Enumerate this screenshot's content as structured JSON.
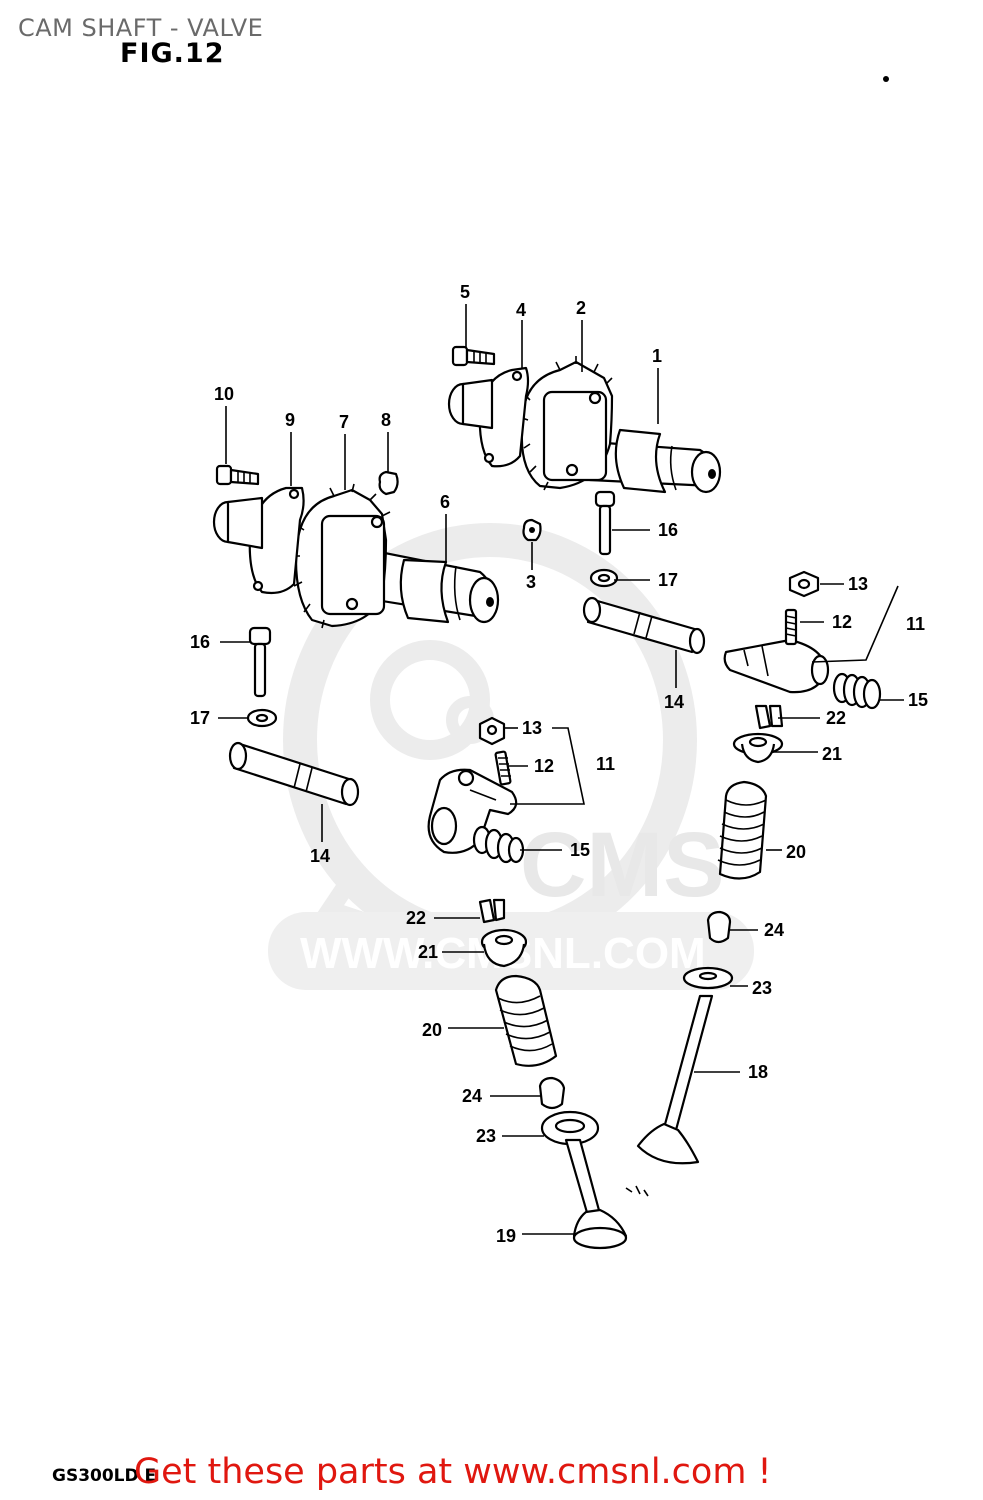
{
  "header": {
    "title": "CAM SHAFT - VALVE",
    "figure": "FIG.12"
  },
  "watermark": {
    "brand": "CMS",
    "url": "WWW.CMSNL.COM",
    "color": "#e6e6e6"
  },
  "footer": {
    "model_code": "GS300LD E",
    "promo": "Get these parts at www.cmsnl.com !",
    "promo_color": "#e0170f"
  },
  "callouts": [
    {
      "id": "c-1",
      "label": "1"
    },
    {
      "id": "c-2",
      "label": "2"
    },
    {
      "id": "c-3",
      "label": "3"
    },
    {
      "id": "c-4",
      "label": "4"
    },
    {
      "id": "c-5",
      "label": "5"
    },
    {
      "id": "c-6",
      "label": "6"
    },
    {
      "id": "c-7",
      "label": "7"
    },
    {
      "id": "c-8",
      "label": "8"
    },
    {
      "id": "c-9",
      "label": "9"
    },
    {
      "id": "c-10",
      "label": "10"
    },
    {
      "id": "c-11a",
      "label": "11"
    },
    {
      "id": "c-11b",
      "label": "11"
    },
    {
      "id": "c-12a",
      "label": "12"
    },
    {
      "id": "c-12b",
      "label": "12"
    },
    {
      "id": "c-13a",
      "label": "13"
    },
    {
      "id": "c-13b",
      "label": "13"
    },
    {
      "id": "c-14a",
      "label": "14"
    },
    {
      "id": "c-14b",
      "label": "14"
    },
    {
      "id": "c-15a",
      "label": "15"
    },
    {
      "id": "c-15b",
      "label": "15"
    },
    {
      "id": "c-16a",
      "label": "16"
    },
    {
      "id": "c-16b",
      "label": "16"
    },
    {
      "id": "c-17a",
      "label": "17"
    },
    {
      "id": "c-17b",
      "label": "17"
    },
    {
      "id": "c-18",
      "label": "18"
    },
    {
      "id": "c-19",
      "label": "19"
    },
    {
      "id": "c-20a",
      "label": "20"
    },
    {
      "id": "c-20b",
      "label": "20"
    },
    {
      "id": "c-21a",
      "label": "21"
    },
    {
      "id": "c-21b",
      "label": "21"
    },
    {
      "id": "c-22a",
      "label": "22"
    },
    {
      "id": "c-22b",
      "label": "22"
    },
    {
      "id": "c-23a",
      "label": "23"
    },
    {
      "id": "c-23b",
      "label": "23"
    },
    {
      "id": "c-24a",
      "label": "24"
    },
    {
      "id": "c-24b",
      "label": "24"
    }
  ]
}
